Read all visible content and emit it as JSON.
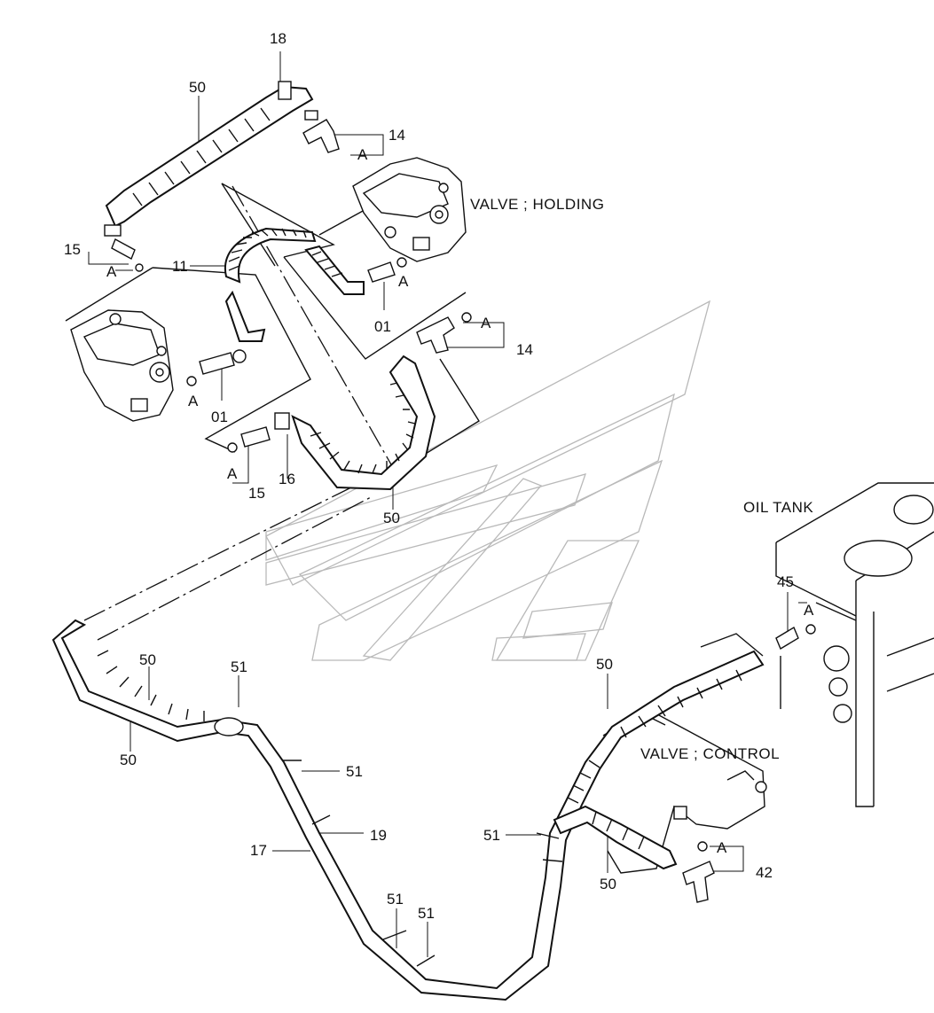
{
  "captions": {
    "valve_holding": "VALVE ; HOLDING",
    "oil_tank": "OIL TANK",
    "valve_control": "VALVE ; CONTROL"
  },
  "part_labels": {
    "p18": "18",
    "p50_top": "50",
    "p14_top": "14",
    "a_14_top": "A",
    "p15_left": "15",
    "a_15_left": "A",
    "p11": "11",
    "a_01_right": "A",
    "p01_right": "01",
    "a_14_mid": "A",
    "p14_mid": "14",
    "a_01_left": "A",
    "p01_left": "01",
    "a_15_bottom": "A",
    "p15_bottom": "15",
    "p16": "16",
    "p50_mid": "50",
    "p45": "45",
    "a_45": "A",
    "p50_left_a": "50",
    "p50_left_b": "50",
    "p51_top": "51",
    "p51_right": "51",
    "p19": "19",
    "p17": "17",
    "p50_right_top": "50",
    "p51_valve": "51",
    "p50_valve": "50",
    "a_42": "A",
    "p42": "42",
    "p51_bottom_a": "51",
    "p51_bottom_b": "51"
  },
  "colors": {
    "ink": "#111111",
    "watermark": "#b9b9b9",
    "paper": "#ffffff"
  }
}
